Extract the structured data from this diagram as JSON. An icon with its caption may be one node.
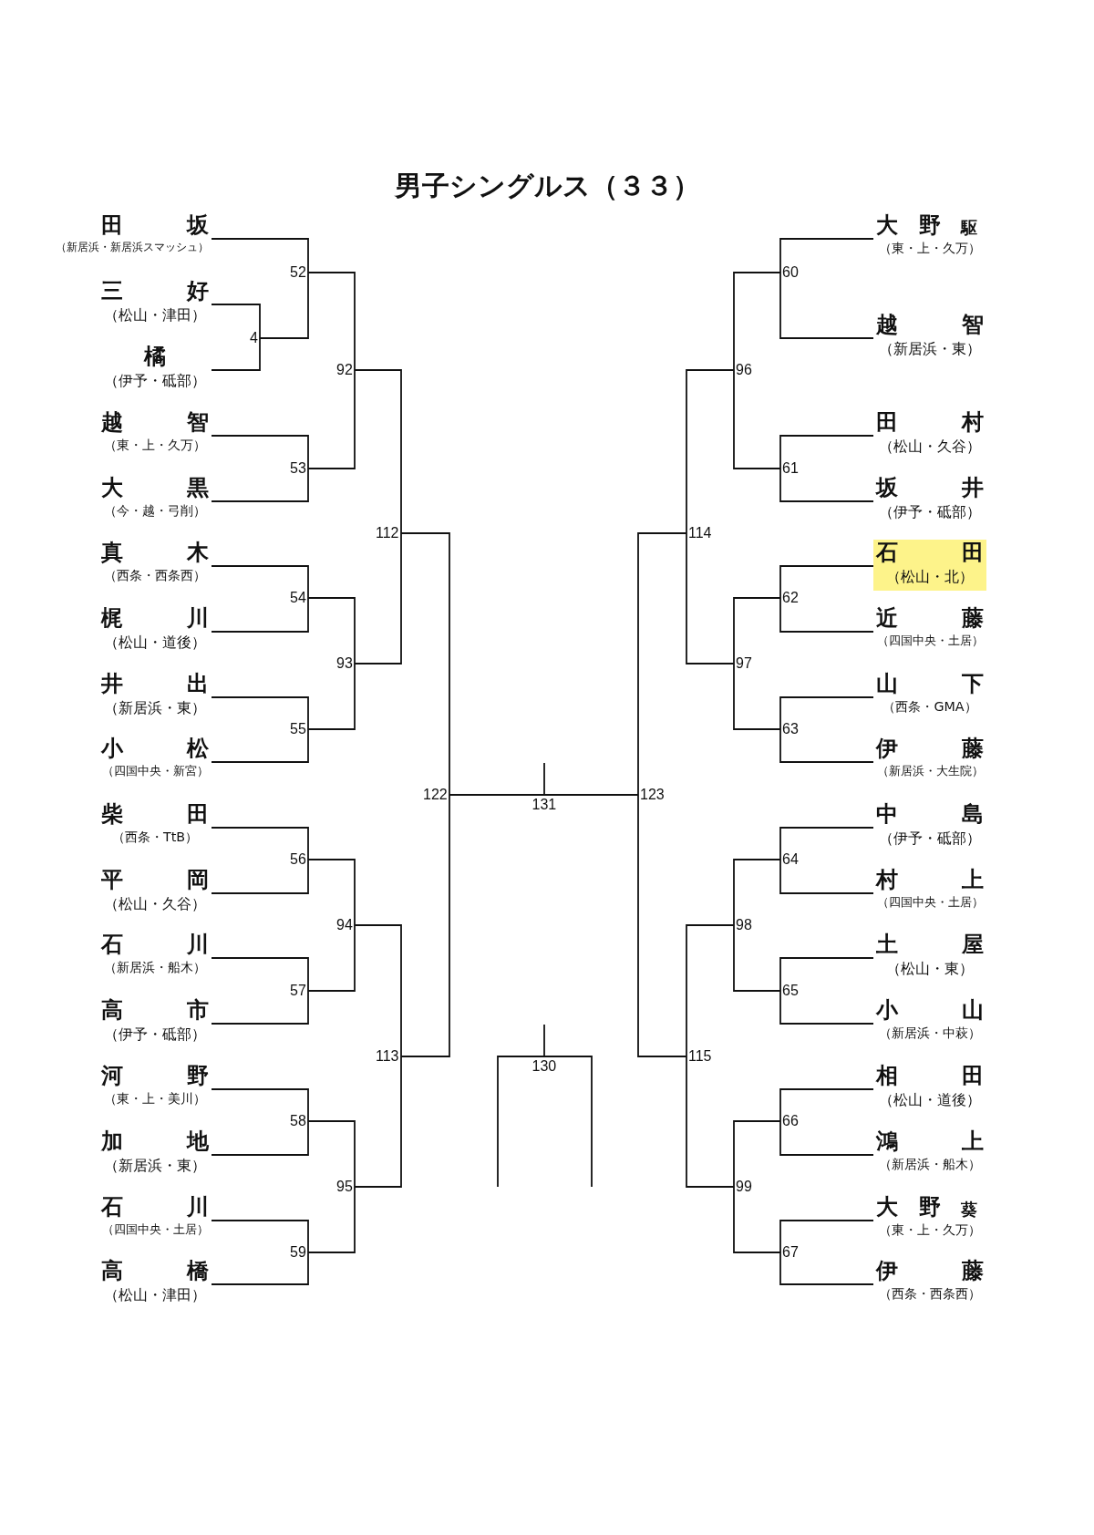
{
  "diagram": {
    "title": "男子シングルス（３３）",
    "nodes": [
      {
        "text": [
          "田坂",
          "（新居浜・新居浜スマッシュ）"
        ]
      },
      {
        "text": [
          "三好",
          "（松山・津田）"
        ]
      },
      {
        "text": [
          "橘",
          "（伊予・砥部）"
        ]
      },
      {
        "text": [
          "越智",
          "（東・上・久万）"
        ]
      },
      {
        "text": [
          "大黒",
          "（今・越・弓削）"
        ]
      },
      {
        "text": [
          "真木",
          "（西条・西条西）"
        ]
      },
      {
        "text": [
          "梶川",
          "（松山・道後）"
        ]
      },
      {
        "text": [
          "井出",
          "（新居浜・東）"
        ]
      },
      {
        "text": [
          "小松",
          "（四国中央・新宮）"
        ]
      },
      {
        "text": [
          "柴田",
          "（西条・TtB）"
        ]
      },
      {
        "text": [
          "平岡",
          "（松山・久谷）"
        ]
      },
      {
        "text": [
          "石川",
          "（新居浜・船木）"
        ]
      },
      {
        "text": [
          "高市",
          "（伊予・砥部）"
        ]
      },
      {
        "text": [
          "河野",
          "（東・上・美川）"
        ]
      },
      {
        "text": [
          "加地",
          "（新居浜・東）"
        ]
      },
      {
        "text": [
          "石川",
          "（四国中央・土居）"
        ]
      },
      {
        "text": [
          "高橋",
          "（松山・津田）"
        ]
      },
      {
        "text": [
          "大野",
          "駆",
          "（東・上・久万）"
        ]
      },
      {
        "text": [
          "越智",
          "（新居浜・東）"
        ]
      },
      {
        "text": [
          "田村",
          "（松山・久谷）"
        ]
      },
      {
        "text": [
          "坂井",
          "（伊予・砥部）"
        ]
      },
      {
        "text": [
          "石田",
          "（松山・北）"
        ]
      },
      {
        "text": [
          "近藤",
          "（四国中央・土居）"
        ]
      },
      {
        "text": [
          "山下",
          "（西条・GMA）"
        ]
      },
      {
        "text": [
          "伊藤",
          "（新居浜・大生院）"
        ]
      },
      {
        "text": [
          "中島",
          "（伊予・砥部）"
        ]
      },
      {
        "text": [
          "村上",
          "（四国中央・土居）"
        ]
      },
      {
        "text": [
          "土屋",
          "（松山・東）"
        ]
      },
      {
        "text": [
          "小山",
          "（新居浜・中萩）"
        ]
      },
      {
        "text": [
          "相田",
          "（松山・道後）"
        ]
      },
      {
        "text": [
          "鴻上",
          "（新居浜・船木）"
        ]
      },
      {
        "text": [
          "大野",
          "葵",
          "（東・上・久万）"
        ]
      },
      {
        "text": [
          "伊藤",
          "（西条・西条西）"
        ]
      },
      {
        "text": [
          "4"
        ]
      },
      {
        "text": [
          "52"
        ]
      },
      {
        "text": [
          "53"
        ]
      },
      {
        "text": [
          "54"
        ]
      },
      {
        "text": [
          "55"
        ]
      },
      {
        "text": [
          "56"
        ]
      },
      {
        "text": [
          "57"
        ]
      },
      {
        "text": [
          "58"
        ]
      },
      {
        "text": [
          "59"
        ]
      },
      {
        "text": [
          "92"
        ]
      },
      {
        "text": [
          "93"
        ]
      },
      {
        "text": [
          "94"
        ]
      },
      {
        "text": [
          "95"
        ]
      },
      {
        "text": [
          "112"
        ]
      },
      {
        "text": [
          "113"
        ]
      },
      {
        "text": [
          "122"
        ]
      },
      {
        "text": [
          "60"
        ]
      },
      {
        "text": [
          "61"
        ]
      },
      {
        "text": [
          "62"
        ]
      },
      {
        "text": [
          "63"
        ]
      },
      {
        "text": [
          "64"
        ]
      },
      {
        "text": [
          "65"
        ]
      },
      {
        "text": [
          "66"
        ]
      },
      {
        "text": [
          "67"
        ]
      },
      {
        "text": [
          "96"
        ]
      },
      {
        "text": [
          "97"
        ]
      },
      {
        "text": [
          "98"
        ]
      },
      {
        "text": [
          "99"
        ]
      },
      {
        "text": [
          "114"
        ]
      },
      {
        "text": [
          "115"
        ]
      },
      {
        "text": [
          "123"
        ]
      },
      {
        "text": [
          "131"
        ]
      },
      {
        "text": [
          "130"
        ]
      }
    ],
    "edges": [
      {
        "from": 1,
        "to": 33,
        "arrow": "none"
      },
      {
        "from": 2,
        "to": 33,
        "arrow": "none"
      },
      {
        "from": 0,
        "to": 34,
        "arrow": "none"
      },
      {
        "from": 33,
        "to": 34,
        "arrow": "none"
      },
      {
        "from": 3,
        "to": 35,
        "arrow": "none"
      },
      {
        "from": 4,
        "to": 35,
        "arrow": "none"
      },
      {
        "from": 5,
        "to": 36,
        "arrow": "none"
      },
      {
        "from": 6,
        "to": 36,
        "arrow": "none"
      },
      {
        "from": 7,
        "to": 37,
        "arrow": "none"
      },
      {
        "from": 8,
        "to": 37,
        "arrow": "none"
      },
      {
        "from": 9,
        "to": 38,
        "arrow": "none"
      },
      {
        "from": 10,
        "to": 38,
        "arrow": "none"
      },
      {
        "from": 11,
        "to": 39,
        "arrow": "none"
      },
      {
        "from": 12,
        "to": 39,
        "arrow": "none"
      },
      {
        "from": 13,
        "to": 40,
        "arrow": "none"
      },
      {
        "from": 14,
        "to": 40,
        "arrow": "none"
      },
      {
        "from": 15,
        "to": 41,
        "arrow": "none"
      },
      {
        "from": 16,
        "to": 41,
        "arrow": "none"
      },
      {
        "from": 34,
        "to": 42,
        "arrow": "none"
      },
      {
        "from": 35,
        "to": 42,
        "arrow": "none"
      },
      {
        "from": 36,
        "to": 43,
        "arrow": "none"
      },
      {
        "from": 37,
        "to": 43,
        "arrow": "none"
      },
      {
        "from": 38,
        "to": 44,
        "arrow": "none"
      },
      {
        "from": 39,
        "to": 44,
        "arrow": "none"
      },
      {
        "from": 40,
        "to": 45,
        "arrow": "none"
      },
      {
        "from": 41,
        "to": 45,
        "arrow": "none"
      },
      {
        "from": 42,
        "to": 46,
        "arrow": "none"
      },
      {
        "from": 43,
        "to": 46,
        "arrow": "none"
      },
      {
        "from": 44,
        "to": 47,
        "arrow": "none"
      },
      {
        "from": 45,
        "to": 47,
        "arrow": "none"
      },
      {
        "from": 46,
        "to": 48,
        "arrow": "none"
      },
      {
        "from": 47,
        "to": 48,
        "arrow": "none"
      },
      {
        "from": 48,
        "to": 64,
        "arrow": "none"
      },
      {
        "from": 17,
        "to": 49,
        "arrow": "none"
      },
      {
        "from": 18,
        "to": 49,
        "arrow": "none"
      },
      {
        "from": 19,
        "to": 50,
        "arrow": "none"
      },
      {
        "from": 20,
        "to": 50,
        "arrow": "none"
      },
      {
        "from": 21,
        "to": 51,
        "arrow": "none"
      },
      {
        "from": 22,
        "to": 51,
        "arrow": "none"
      },
      {
        "from": 23,
        "to": 52,
        "arrow": "none"
      },
      {
        "from": 24,
        "to": 52,
        "arrow": "none"
      },
      {
        "from": 25,
        "to": 53,
        "arrow": "none"
      },
      {
        "from": 26,
        "to": 53,
        "arrow": "none"
      },
      {
        "from": 27,
        "to": 54,
        "arrow": "none"
      },
      {
        "from": 28,
        "to": 54,
        "arrow": "none"
      },
      {
        "from": 29,
        "to": 55,
        "arrow": "none"
      },
      {
        "from": 30,
        "to": 55,
        "arrow": "none"
      },
      {
        "from": 31,
        "to": 56,
        "arrow": "none"
      },
      {
        "from": 32,
        "to": 56,
        "arrow": "none"
      },
      {
        "from": 49,
        "to": 57,
        "arrow": "none"
      },
      {
        "from": 50,
        "to": 57,
        "arrow": "none"
      },
      {
        "from": 51,
        "to": 58,
        "arrow": "none"
      },
      {
        "from": 52,
        "to": 58,
        "arrow": "none"
      },
      {
        "from": 53,
        "to": 59,
        "arrow": "none"
      },
      {
        "from": 54,
        "to": 59,
        "arrow": "none"
      },
      {
        "from": 55,
        "to": 60,
        "arrow": "none"
      },
      {
        "from": 56,
        "to": 60,
        "arrow": "none"
      },
      {
        "from": 57,
        "to": 61,
        "arrow": "none"
      },
      {
        "from": 58,
        "to": 61,
        "arrow": "none"
      },
      {
        "from": 59,
        "to": 62,
        "arrow": "none"
      },
      {
        "from": 60,
        "to": 62,
        "arrow": "none"
      },
      {
        "from": 61,
        "to": 63,
        "arrow": "none"
      },
      {
        "from": 62,
        "to": 63,
        "arrow": "none"
      },
      {
        "from": 63,
        "to": 64,
        "arrow": "none"
      },
      {
        "from": 64,
        "to": null,
        "arrow": "none"
      },
      {
        "from": null,
        "to": 65,
        "arrow": "none"
      },
      {
        "from": null,
        "to": 65,
        "arrow": "none"
      },
      {
        "from": 65,
        "to": null,
        "arrow": "none"
      }
    ]
  }
}
